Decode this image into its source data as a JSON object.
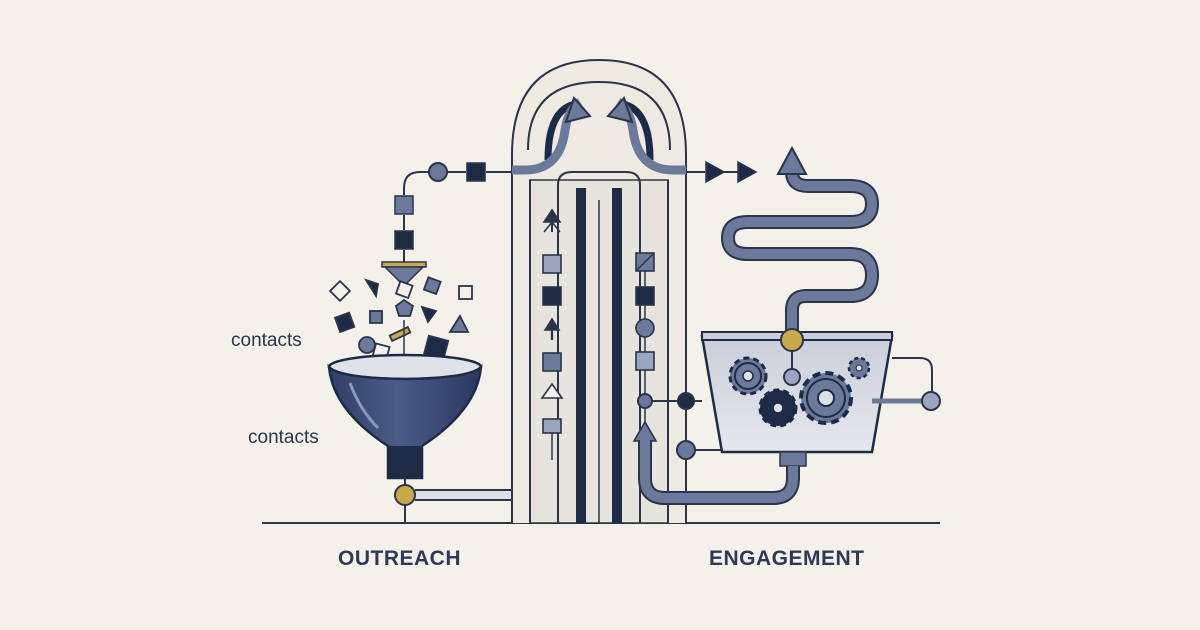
{
  "labels": {
    "contacts_top": "contacts",
    "contacts_bottom": "contacts",
    "outreach": "OUTREACH",
    "engagement": "ENGAGEMENT"
  },
  "colors": {
    "background": "#f4f1ea",
    "navy": "#1e2b47",
    "slate": "#6b7a9a",
    "light_slate": "#9aa6bf",
    "pale_gray": "#dde0e6",
    "gold": "#c9a84c"
  },
  "icons": [
    "funnel-icon",
    "gear-icon",
    "arrow-icon",
    "connector-node-icon"
  ]
}
